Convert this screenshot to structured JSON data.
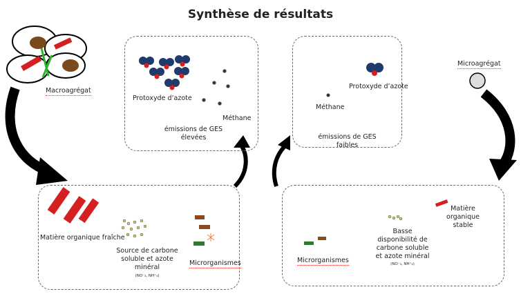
{
  "title": "Synthèse de résultats",
  "left": {
    "aggregate": "Macroagrégat",
    "emissions_box": {
      "n2o": "Protoxyde d’azote",
      "methane": "Méthane",
      "caption": "émissions de GES élevées"
    },
    "soil_box": {
      "organic_matter": "Matière organique fraîche",
      "carbon_source": "Source de carbone soluble et azote minéral",
      "ions": "(NO⁻₃, NH⁺₄)",
      "microorganisms": "Microrganismes"
    }
  },
  "right": {
    "aggregate": "Microagrégat",
    "emissions_box": {
      "n2o": "Protoxyde d’azote",
      "methane": "Méthane",
      "caption": "émissions de GES faibles"
    },
    "soil_box": {
      "organic_matter": "Matière organique stable",
      "carbon_source": "Basse disponibilité de carbone soluble et azote minéral",
      "ions": "(NO⁻₃, NH⁺₄)",
      "microorganisms": "Microrganismes"
    }
  },
  "colors": {
    "n2o_blue": "#1f3a6b",
    "n2o_red": "#d81e1e",
    "organic_red": "#d42020",
    "arrow": "#000000"
  }
}
